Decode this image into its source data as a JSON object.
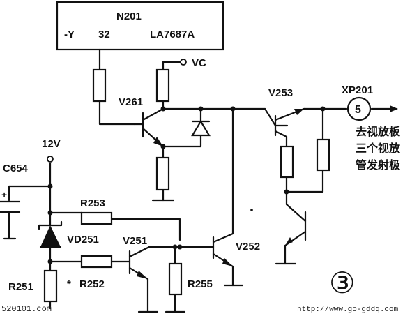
{
  "ic": {
    "name": "N201",
    "pin_label": "-Y",
    "pin_number": "32",
    "part": "LA7687A"
  },
  "supply": {
    "vc": "VC",
    "v12": "12V"
  },
  "components": {
    "c654": "C654",
    "r253": "R253",
    "vd251": "VD251",
    "v251": "V251",
    "v252": "V252",
    "r251": "R251",
    "star": "*",
    "r252": "R252",
    "r255": "R255",
    "v261": "V261",
    "v253": "V253"
  },
  "connector": {
    "name": "XP201",
    "pin": "5"
  },
  "destination": {
    "line1": "去视放板",
    "line2": "三个视放",
    "line3": "管发射极"
  },
  "figure_number": "③",
  "watermarks": {
    "left": "520101.com",
    "right": "http://www.go-gddq.com"
  }
}
